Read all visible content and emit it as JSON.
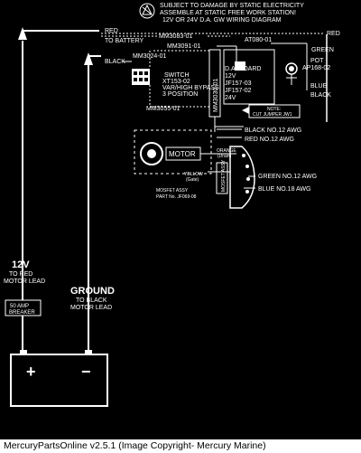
{
  "header": {
    "warning_line1": "SUBJECT TO DAMAGE BY STATIC ELECTRICITY",
    "warning_line2": "ASSEMBLE AT STATIC FREE WORK STATION!",
    "title": "12V OR 24V D.A. GW WIRING DIAGRAM"
  },
  "labels": {
    "red_to_battery_1": "RED",
    "red_to_battery_2": "TO BATTERY",
    "black_left": "BLACK",
    "mm3083": "MM3083-01",
    "mm3091": "MM3091-01",
    "mm3024": "MM3024-01",
    "at080": "AT080-01",
    "red_right": "RED",
    "green_right": "GREEN",
    "pot_1": "POT",
    "pot_2": "AP168-02",
    "da_board_1": "D.A. BOARD",
    "da_board_2": "12V",
    "da_board_3": "JF157-03",
    "da_board_4": "JF157-02",
    "da_board_5": "24V",
    "mm3030_vertical": "MM3030-01",
    "switch_1": "SWITCH",
    "switch_2": "XT153-02",
    "switch_3": "VAR/HIGH BYPASS",
    "switch_4": "3 POSITION",
    "blue_right": "BLUE",
    "black_right": "BLACK",
    "note_1": "NOTE:",
    "note_2": "CUT JUMPER JW1",
    "mm3055": "MM3055-01",
    "black_12awg": "BLACK NO.12 AWG",
    "red_12awg": "RED NO.12 AWG",
    "motor": "MOTOR",
    "orange_1": "ORANGE",
    "orange_2": "(Drain)",
    "yellow_1": "YELLOW",
    "yellow_2": "(Gate)",
    "mosfet_vertical": "MOSFET ASSY",
    "green_12awg": "GREEN NO.12 AWG",
    "blue_18awg": "BLUE NO.18 AWG",
    "mosfet_1": "MOSFET ASSY",
    "mosfet_2": "PART No. JF069-08"
  },
  "power": {
    "v12": "12V",
    "to_red_1": "TO RED",
    "to_red_2": "MOTOR LEAD",
    "breaker_1": "50 AMP",
    "breaker_2": "BREAKER",
    "ground": "GROUND",
    "to_black_1": "TO BLACK",
    "to_black_2": "MOTOR LEAD",
    "plus": "+",
    "minus": "−"
  },
  "caption": "MercuryPartsOnline v2.5.1 (Image Copyright- Mercury Marine)",
  "colors": {
    "background": "#000000",
    "lines": "#ffffff",
    "caption_bg": "#ffffff",
    "caption_text": "#000000"
  }
}
